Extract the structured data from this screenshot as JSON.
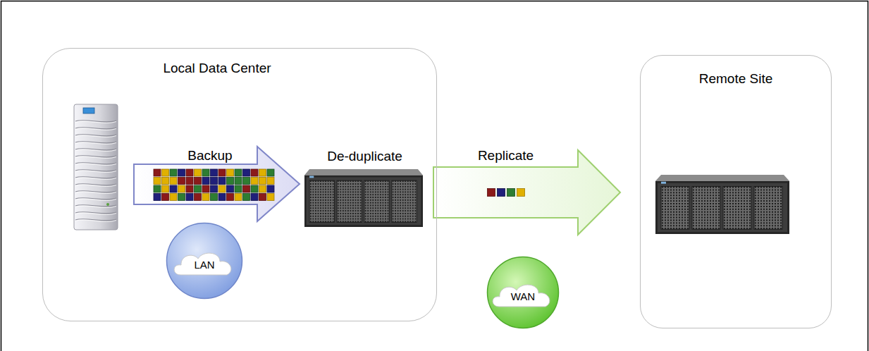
{
  "diagram": {
    "nodes": [
      {
        "text": [
          "Local Data Center"
        ]
      },
      {
        "text": [
          "De-duplicate"
        ],
        "in": 0
      },
      {
        "text": [
          "LAN"
        ],
        "in": 0
      },
      {
        "text": [
          "Remote Site"
        ]
      },
      {
        "text": [
          "WAN"
        ]
      }
    ],
    "edges": [
      {
        "from": 1,
        "to": 3,
        "arrow": "to",
        "label": "Replicate"
      }
    ],
    "labels": [
      "Backup"
    ]
  }
}
